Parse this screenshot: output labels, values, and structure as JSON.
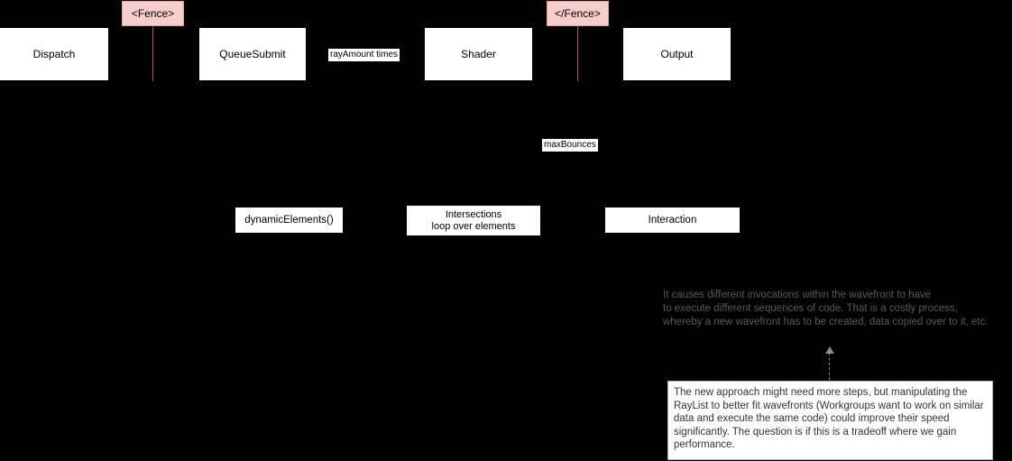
{
  "diagram": {
    "nodes": {
      "dispatch": "Dispatch",
      "fence_open": "<Fence>",
      "queue_submit": "QueueSubmit",
      "shader": "Shader",
      "fence_close": "</Fence>",
      "output": "Output",
      "dynamic_elements": "dynamicElements()",
      "intersections_line1": "Intersections",
      "intersections_line2": "loop over elements",
      "interaction": "Interaction"
    },
    "labels": {
      "ray_amount": "rayAmount times",
      "max_bounces": "maxBounces"
    },
    "annotation": {
      "line1": "It causes different invocations within the wavefront to have",
      "line2": "to execute different sequences of code. That is a costly process,",
      "line3": "whereby a new wavefront has to be created, data copied over to it, etc."
    },
    "note": "The new approach might need more steps, but manipulating the RayList to better fit wavefronts (Workgroups want to work on similar data and execute the same code) could improve their speed significantly. The question is if this is a tradeoff where we gain performance."
  },
  "colors": {
    "background": "#000000",
    "node_fill": "#ffffff",
    "fence_fill": "#f8cecc",
    "fence_border": "#e8a09b",
    "lifeline": "#b85450",
    "annotation_text": "#5a5a5a",
    "note_border": "#b3b3b3",
    "note_text": "#333333"
  }
}
